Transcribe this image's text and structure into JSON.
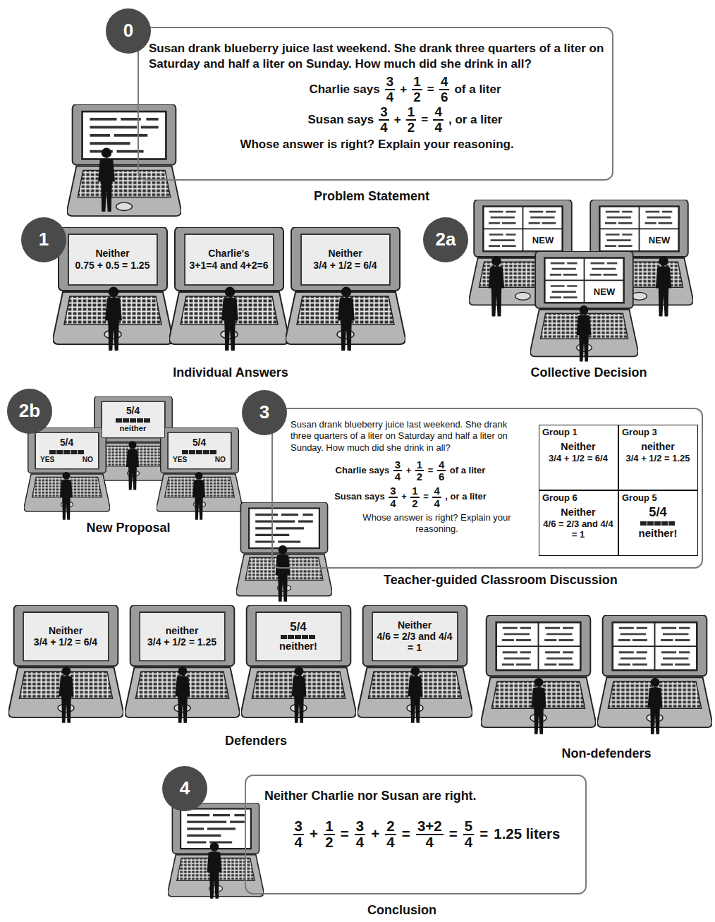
{
  "diagram": {
    "nodes": [
      {
        "text": [
          "0"
        ]
      },
      {
        "text": [
          "Susan drank blueberry juice last weekend. She drank three quarters of a liter on Saturday and half a liter on Sunday. How much did she drink in all?",
          "Charlie says",
          "3",
          "4",
          "+",
          "1",
          "2",
          "=",
          "4",
          "6",
          "of a liter",
          "Susan says",
          "3",
          "4",
          "+",
          "1",
          "2",
          "=",
          "4",
          "4",
          ", or a liter",
          "Whose answer is right? Explain your reasoning."
        ]
      },
      {
        "text": [
          "1"
        ]
      },
      {
        "text": [
          "Neither",
          "0.75 + 0.5 = 1.25"
        ]
      },
      {
        "text": [
          "Charlie's",
          "3+1=4 and 4+2=6"
        ]
      },
      {
        "text": [
          "Neither",
          "3/4 + 1/2 = 6/4"
        ]
      },
      {
        "text": [
          "2a"
        ]
      },
      {
        "text": [
          "2b"
        ]
      },
      {
        "text": [
          "5/4",
          "YES",
          "NO"
        ]
      },
      {
        "text": [
          "5/4",
          "neither"
        ]
      },
      {
        "text": [
          "5/4",
          "YES",
          "NO"
        ]
      },
      {
        "text": [
          "3"
        ]
      },
      {
        "text": [
          "Susan drank blueberry juice last weekend. She drank three quarters of a liter on Saturday and half a liter on Sunday. How much did she drink in all?",
          "Charlie says",
          "3",
          "4",
          "+",
          "1",
          "2",
          "=",
          "4",
          "6",
          "of a liter",
          "Susan says",
          "3",
          "4",
          "+",
          "1",
          "2",
          "=",
          "4",
          "4",
          ", or a liter",
          "Whose answer is right? Explain your reasoning."
        ]
      },
      {
        "text": [
          "Group 1",
          "Neither",
          "3/4 + 1/2 = 6/4"
        ],
        "in": 12
      },
      {
        "text": [
          "Group 3",
          "neither",
          "3/4 + 1/2 = 1.25"
        ],
        "in": 12
      },
      {
        "text": [
          "Group 6",
          "Neither",
          "4/6 = 2/3 and 4/4 = 1"
        ],
        "in": 12
      },
      {
        "text": [
          "Group 5",
          "5/4",
          "neither!"
        ],
        "in": 12
      },
      {
        "text": [
          "Neither",
          "3/4 + 1/2 = 6/4"
        ]
      },
      {
        "text": [
          "neither",
          "3/4 + 1/2 = 1.25"
        ]
      },
      {
        "text": [
          "5/4",
          "neither!"
        ]
      },
      {
        "text": [
          "Neither",
          "4/6 = 2/3 and 4/4 = 1"
        ]
      },
      {
        "text": [
          "4"
        ]
      },
      {
        "text": [
          "Neither Charlie nor Susan are right.",
          "3",
          "4",
          "+",
          "1",
          "2",
          "=",
          "3",
          "4",
          "+",
          "2",
          "4",
          "=",
          "3+2",
          "4",
          "=",
          "5",
          "4",
          "=",
          "1.25 liters"
        ]
      }
    ],
    "labels": [
      "Problem Statement",
      "NEW",
      "NEW",
      "NEW",
      "Individual Answers",
      "Collective Decision",
      "New Proposal",
      "Teacher-guided Classroom Discussion",
      "Defenders",
      "Non-defenders",
      "Conclusion"
    ]
  }
}
